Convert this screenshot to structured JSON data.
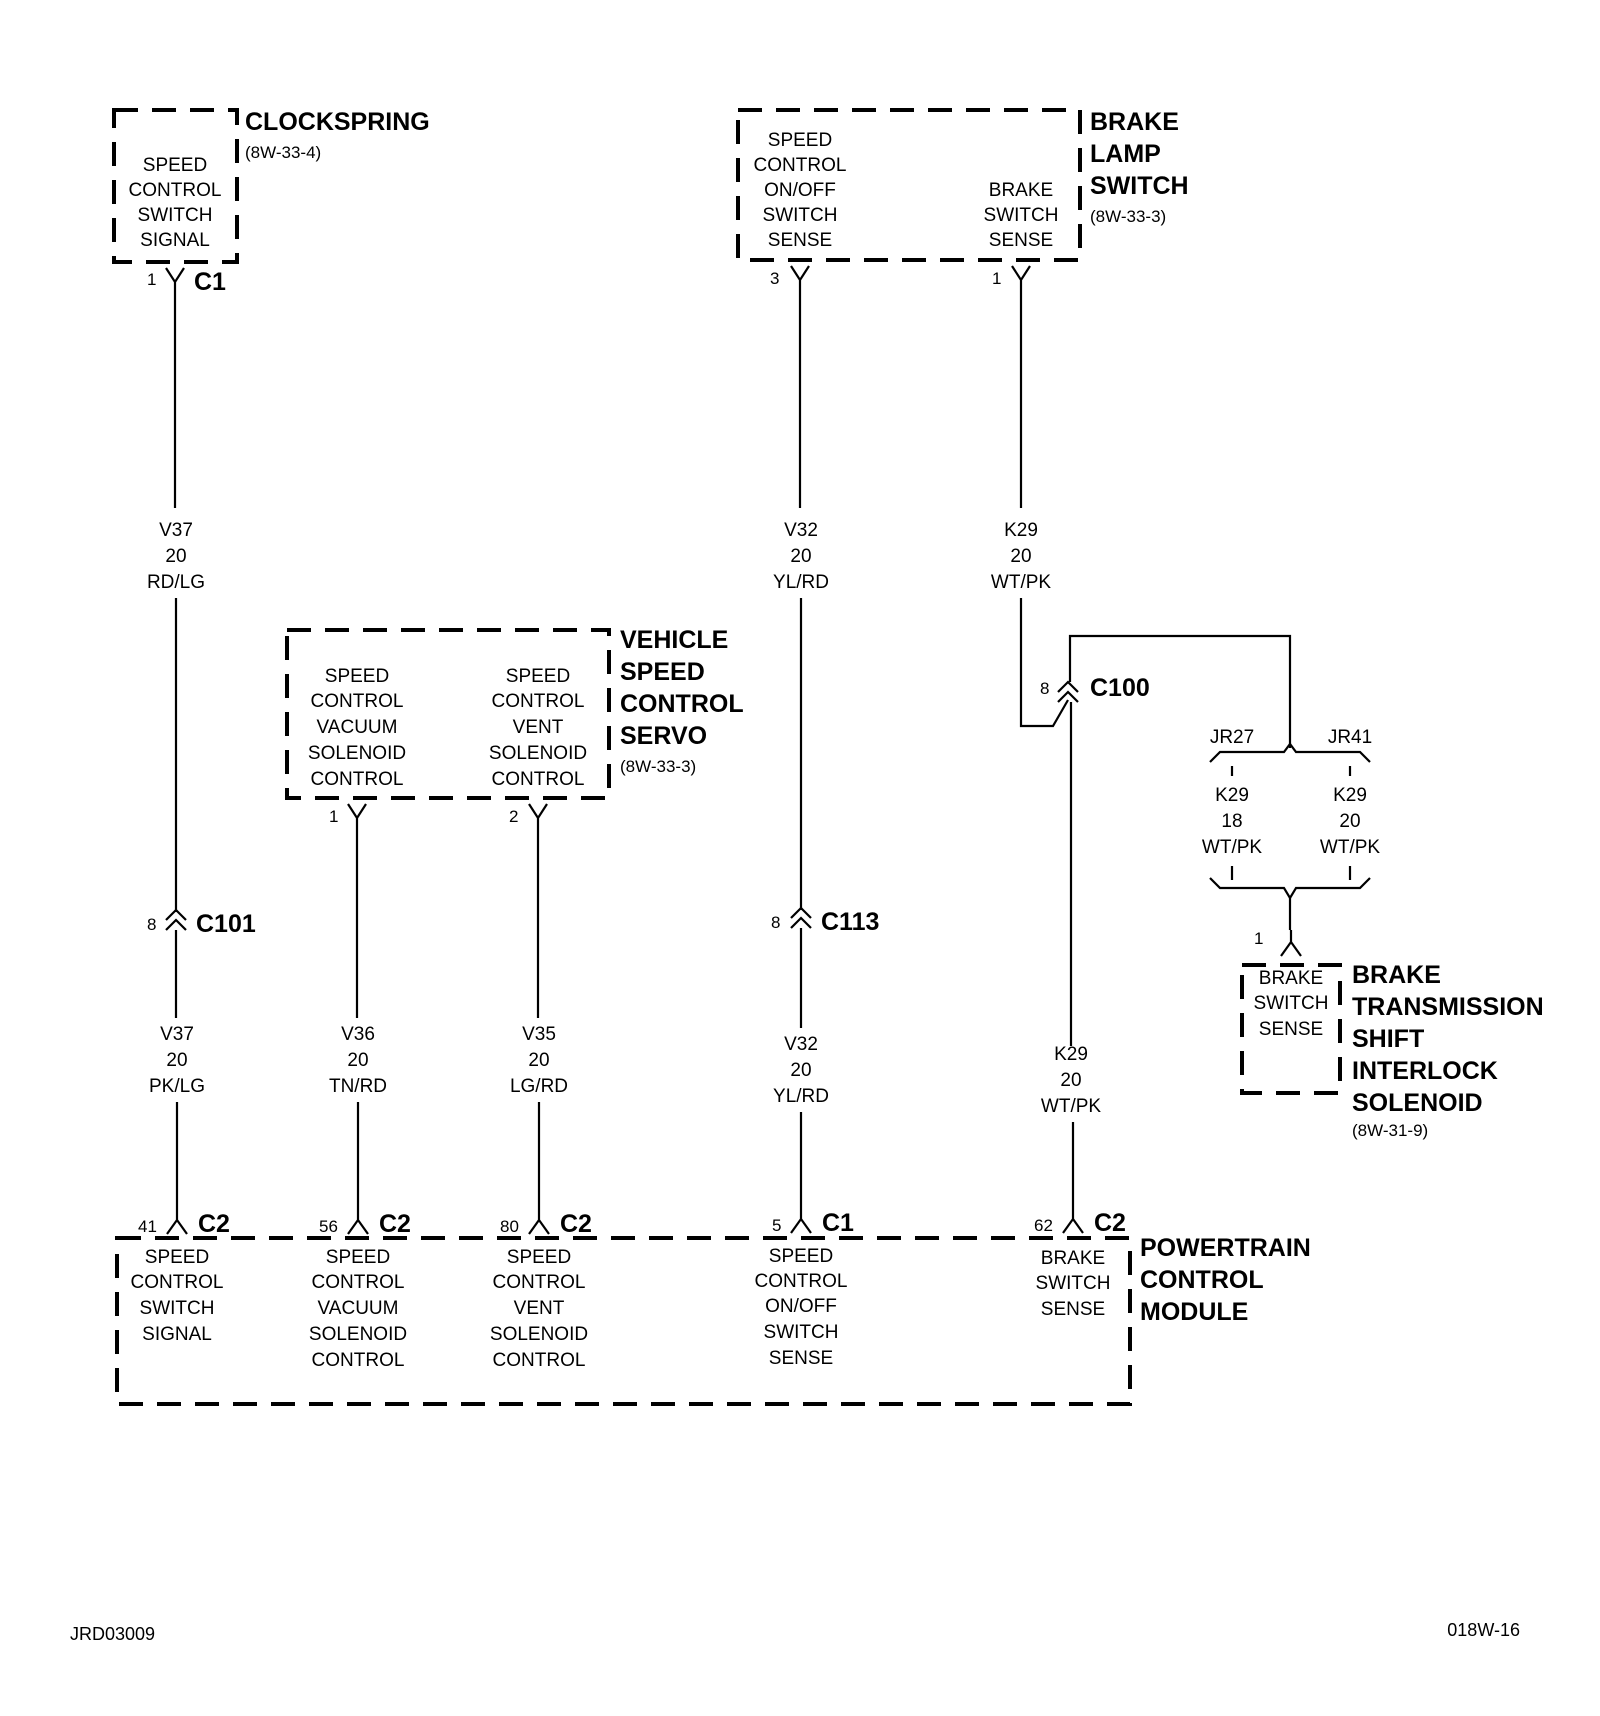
{
  "clockspring": {
    "title": "CLOCKSPRING",
    "ref": "(8W-33-4)",
    "function": [
      "SPEED",
      "CONTROL",
      "SWITCH",
      "SIGNAL"
    ],
    "pin": "1",
    "connector": "C1"
  },
  "brake_lamp_switch": {
    "title": [
      "BRAKE",
      "LAMP",
      "SWITCH"
    ],
    "ref": "(8W-33-3)",
    "function_left": [
      "SPEED",
      "CONTROL",
      "ON/OFF",
      "SWITCH",
      "SENSE"
    ],
    "function_right": [
      "BRAKE",
      "SWITCH",
      "SENSE"
    ],
    "pin_left": "3",
    "pin_right": "1"
  },
  "servo": {
    "title": [
      "VEHICLE",
      "SPEED",
      "CONTROL",
      "SERVO"
    ],
    "ref": "(8W-33-3)",
    "function_left": [
      "SPEED",
      "CONTROL",
      "VACUUM",
      "SOLENOID",
      "CONTROL"
    ],
    "function_right": [
      "SPEED",
      "CONTROL",
      "VENT",
      "SOLENOID",
      "CONTROL"
    ],
    "pin_left": "1",
    "pin_right": "2"
  },
  "bts_solenoid": {
    "title": [
      "BRAKE",
      "TRANSMISSION",
      "SHIFT",
      "INTERLOCK",
      "SOLENOID"
    ],
    "ref": "(8W-31-9)",
    "function": [
      "BRAKE",
      "SWITCH",
      "SENSE"
    ],
    "pin": "1"
  },
  "pcm": {
    "title": [
      "POWERTRAIN",
      "CONTROL",
      "MODULE"
    ],
    "functions": [
      [
        "SPEED",
        "CONTROL",
        "SWITCH",
        "SIGNAL"
      ],
      [
        "SPEED",
        "CONTROL",
        "VACUUM",
        "SOLENOID",
        "CONTROL"
      ],
      [
        "SPEED",
        "CONTROL",
        "VENT",
        "SOLENOID",
        "CONTROL"
      ],
      [
        "SPEED",
        "CONTROL",
        "ON/OFF",
        "SWITCH",
        "SENSE"
      ],
      [
        "BRAKE",
        "SWITCH",
        "SENSE"
      ]
    ],
    "pins": [
      {
        "pin": "41",
        "connector": "C2"
      },
      {
        "pin": "56",
        "connector": "C2"
      },
      {
        "pin": "80",
        "connector": "C2"
      },
      {
        "pin": "5",
        "connector": "C1"
      },
      {
        "pin": "62",
        "connector": "C2"
      }
    ]
  },
  "inline_connectors": {
    "c101": {
      "pin": "8",
      "name": "C101"
    },
    "c113": {
      "pin": "8",
      "name": "C113"
    },
    "c100": {
      "pin": "8",
      "name": "C100"
    }
  },
  "splice": {
    "left": "JR27",
    "right": "JR41"
  },
  "wires": {
    "v37_upper": [
      "V37",
      "20",
      "RD/LG"
    ],
    "v37_lower": [
      "V37",
      "20",
      "PK/LG"
    ],
    "v36": [
      "V36",
      "20",
      "TN/RD"
    ],
    "v35": [
      "V35",
      "20",
      "LG/RD"
    ],
    "v32_upper": [
      "V32",
      "20",
      "YL/RD"
    ],
    "v32_lower": [
      "V32",
      "20",
      "YL/RD"
    ],
    "k29_upper": [
      "K29",
      "20",
      "WT/PK"
    ],
    "k29_lower": [
      "K29",
      "20",
      "WT/PK"
    ],
    "k29_jr27": [
      "K29",
      "18",
      "WT/PK"
    ],
    "k29_jr41": [
      "K29",
      "20",
      "WT/PK"
    ]
  },
  "footer": {
    "left": "JRD03009",
    "right": "018W-16"
  }
}
